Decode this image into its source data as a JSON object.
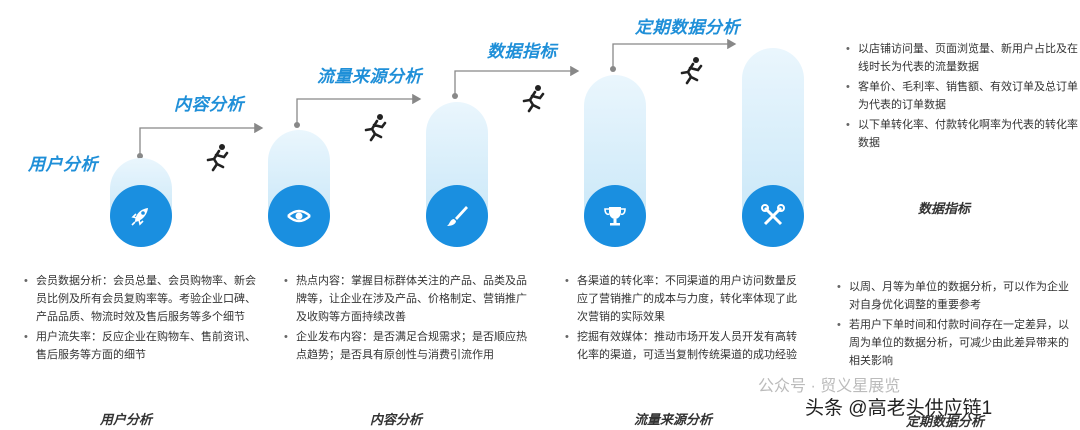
{
  "stages": [
    {
      "title": "用户分析",
      "icon": "rocket-icon"
    },
    {
      "title": "内容分析",
      "icon": "eye-icon"
    },
    {
      "title": "流量来源分析",
      "icon": "brush-icon"
    },
    {
      "title": "数据指标",
      "icon": "trophy-icon"
    },
    {
      "title": "定期数据分析",
      "icon": "tools-icon"
    }
  ],
  "top_right_bullets": [
    "以店铺访问量、页面浏览量、新用户占比及在线时长为代表的流量数据",
    "客单价、毛利率、销售额、有效订单及总订单为代表的订单数据",
    "以下单转化率、付款转化啊率为代表的转化率数据"
  ],
  "top_right_title": "数据指标",
  "bottom_groups": [
    {
      "title": "用户分析",
      "bullets": [
        "会员数据分析：会员总量、会员购物率、新会员比例及所有会员复购率等。考验企业口碑、产品品质、物流时效及售后服务等多个细节",
        "用户流失率：反应企业在购物车、售前资讯、售后服务等方面的细节"
      ]
    },
    {
      "title": "内容分析",
      "bullets": [
        "热点内容：掌握目标群体关注的产品、品类及品牌等，让企业在涉及产品、价格制定、营销推广及收购等方面持续改善",
        "企业发布内容：是否满足合规需求；是否顺应热点趋势；是否具有原创性与消费引流作用"
      ]
    },
    {
      "title": "流量来源分析",
      "bullets": [
        "各渠道的转化率：不同渠道的用户访问数量反应了营销推广的成本与力度，转化率体现了此次营销的实际效果",
        "挖掘有效媒体：推动市场开发人员开发有高转化率的渠道，可适当复制传统渠道的成功经验"
      ]
    },
    {
      "title": "定期数据分析",
      "bullets": [
        "以周、月等为单位的数据分析，可以作为企业对自身优化调整的重要参考",
        "若用户下单时间和付款时间存在一定差异，以周为单位的数据分析，可减少由此差异带来的相关影响"
      ]
    }
  ],
  "watermark_a": "公众号 · 贸义星展览",
  "watermark_b": "头条 @高老头供应链1",
  "colors": {
    "accent": "#1a8fe0",
    "pill_light": "#d9effb",
    "arrow": "#888888"
  }
}
